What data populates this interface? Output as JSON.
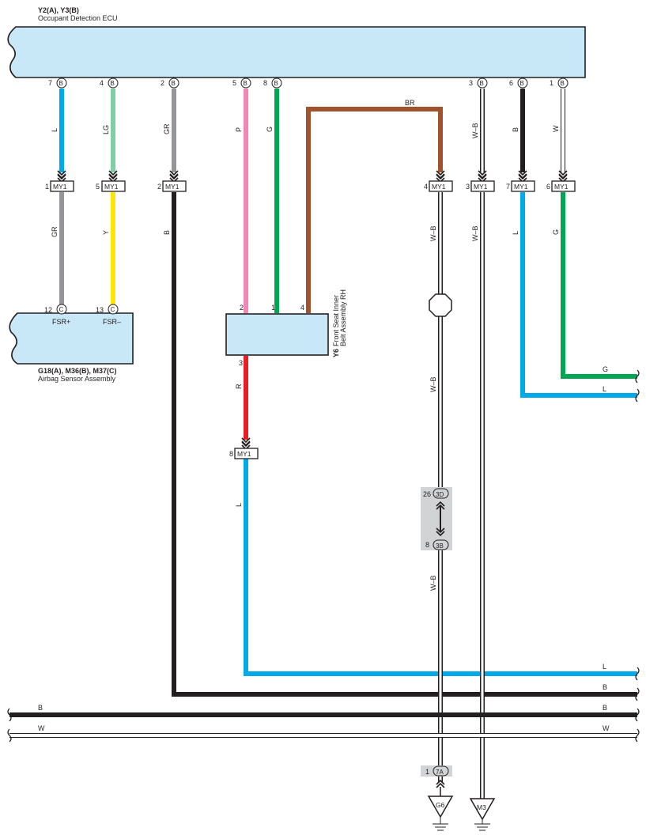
{
  "ecu": {
    "title": "Y2(A), Y3(B)",
    "name": "Occupant Detection ECU",
    "pins": [
      {
        "num": "7",
        "tag": "B"
      },
      {
        "num": "4",
        "tag": "B"
      },
      {
        "num": "2",
        "tag": "B"
      },
      {
        "num": "5",
        "tag": "B"
      },
      {
        "num": "8",
        "tag": "B"
      },
      {
        "num": "3",
        "tag": "B"
      },
      {
        "num": "6",
        "tag": "B"
      },
      {
        "num": "1",
        "tag": "B"
      }
    ]
  },
  "airbag": {
    "title": "G18(A), M36(B), M37(C)",
    "name": "Airbag Sensor Assembly",
    "pin_left": {
      "num": "12",
      "tag": "C",
      "label": "FSR+"
    },
    "pin_right": {
      "num": "13",
      "tag": "C",
      "label": "FSR–"
    }
  },
  "belt": {
    "code": "Y6",
    "name_line1": "Front Seat Inner",
    "name_line2": "Belt Assembly RH",
    "pins": [
      "2",
      "1",
      "4",
      "3"
    ]
  },
  "connectors": {
    "my1_label": "MY1",
    "upper": [
      {
        "num": "1"
      },
      {
        "num": "5"
      },
      {
        "num": "2"
      },
      {
        "num": "4"
      },
      {
        "num": "3"
      },
      {
        "num": "7"
      },
      {
        "num": "6"
      }
    ],
    "lower": {
      "num": "8"
    }
  },
  "wire_colors": {
    "L": "#00a9e8",
    "LG": "#7fcfa3",
    "GR": "#939598",
    "P": "#f287b7",
    "G": "#00a651",
    "BR": "#a0522d",
    "B": "#231f20",
    "Y": "#ffe600",
    "R": "#ed1c24",
    "W": "#ffffff",
    "WB_fill": "#ffffff"
  },
  "wire_labels": {
    "l1": "L",
    "lg": "LG",
    "gr1": "GR",
    "p": "P",
    "g1": "G",
    "br": "BR",
    "wb1": "W–B",
    "b1": "B",
    "w1": "W",
    "gr2": "GR",
    "y": "Y",
    "b2": "B",
    "wb2": "W–B",
    "wb3": "W–B",
    "l2": "L",
    "g2": "G",
    "r": "R",
    "l3": "L",
    "wb4": "W–B",
    "wb5": "W–B",
    "g_out": "G",
    "l_out": "L",
    "l_bus": "L",
    "b_bus1": "B",
    "b_bus2_left": "B",
    "b_bus2_right": "B",
    "w_bus_left": "W",
    "w_bus_right": "W"
  },
  "junctions": {
    "j1": {
      "num": "26",
      "tag": "3D"
    },
    "j2": {
      "num": "8",
      "tag": "3B"
    },
    "j3": {
      "num": "1",
      "tag": "7A"
    }
  },
  "grounds": {
    "g6": "G6",
    "m3": "M3"
  }
}
